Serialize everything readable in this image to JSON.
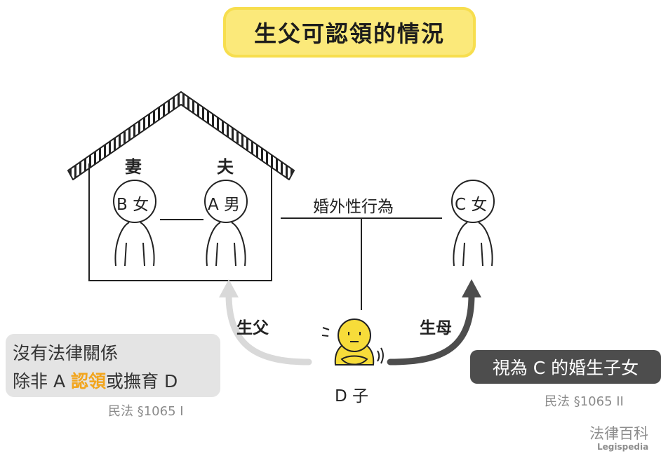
{
  "title": "生父可認領的情況",
  "roles": {
    "wife": "妻",
    "husband": "夫"
  },
  "people": {
    "b_woman": "B 女",
    "a_man": "A 男",
    "c_woman": "C 女",
    "d_child": "D 子"
  },
  "relations": {
    "affair": "婚外性行為",
    "biological_father": "生父",
    "biological_mother": "生母"
  },
  "left_box": {
    "line1": "沒有法律關係",
    "line2_prefix": "除非 A ",
    "line2_highlight": "認領",
    "line2_suffix": "或撫育 D"
  },
  "right_box": {
    "text": "視為 C 的婚生子女"
  },
  "law_refs": {
    "left": "民法 §1065 I",
    "right": "民法 §1065 II"
  },
  "brand": {
    "zh": "法律百科",
    "en": "Legispedia"
  },
  "colors": {
    "title_bg": "#fbe97a",
    "highlight": "#f2a51d",
    "child": "#f7dc3a",
    "dark_box": "#4d4d4d",
    "light_box": "#e4e4e4"
  }
}
